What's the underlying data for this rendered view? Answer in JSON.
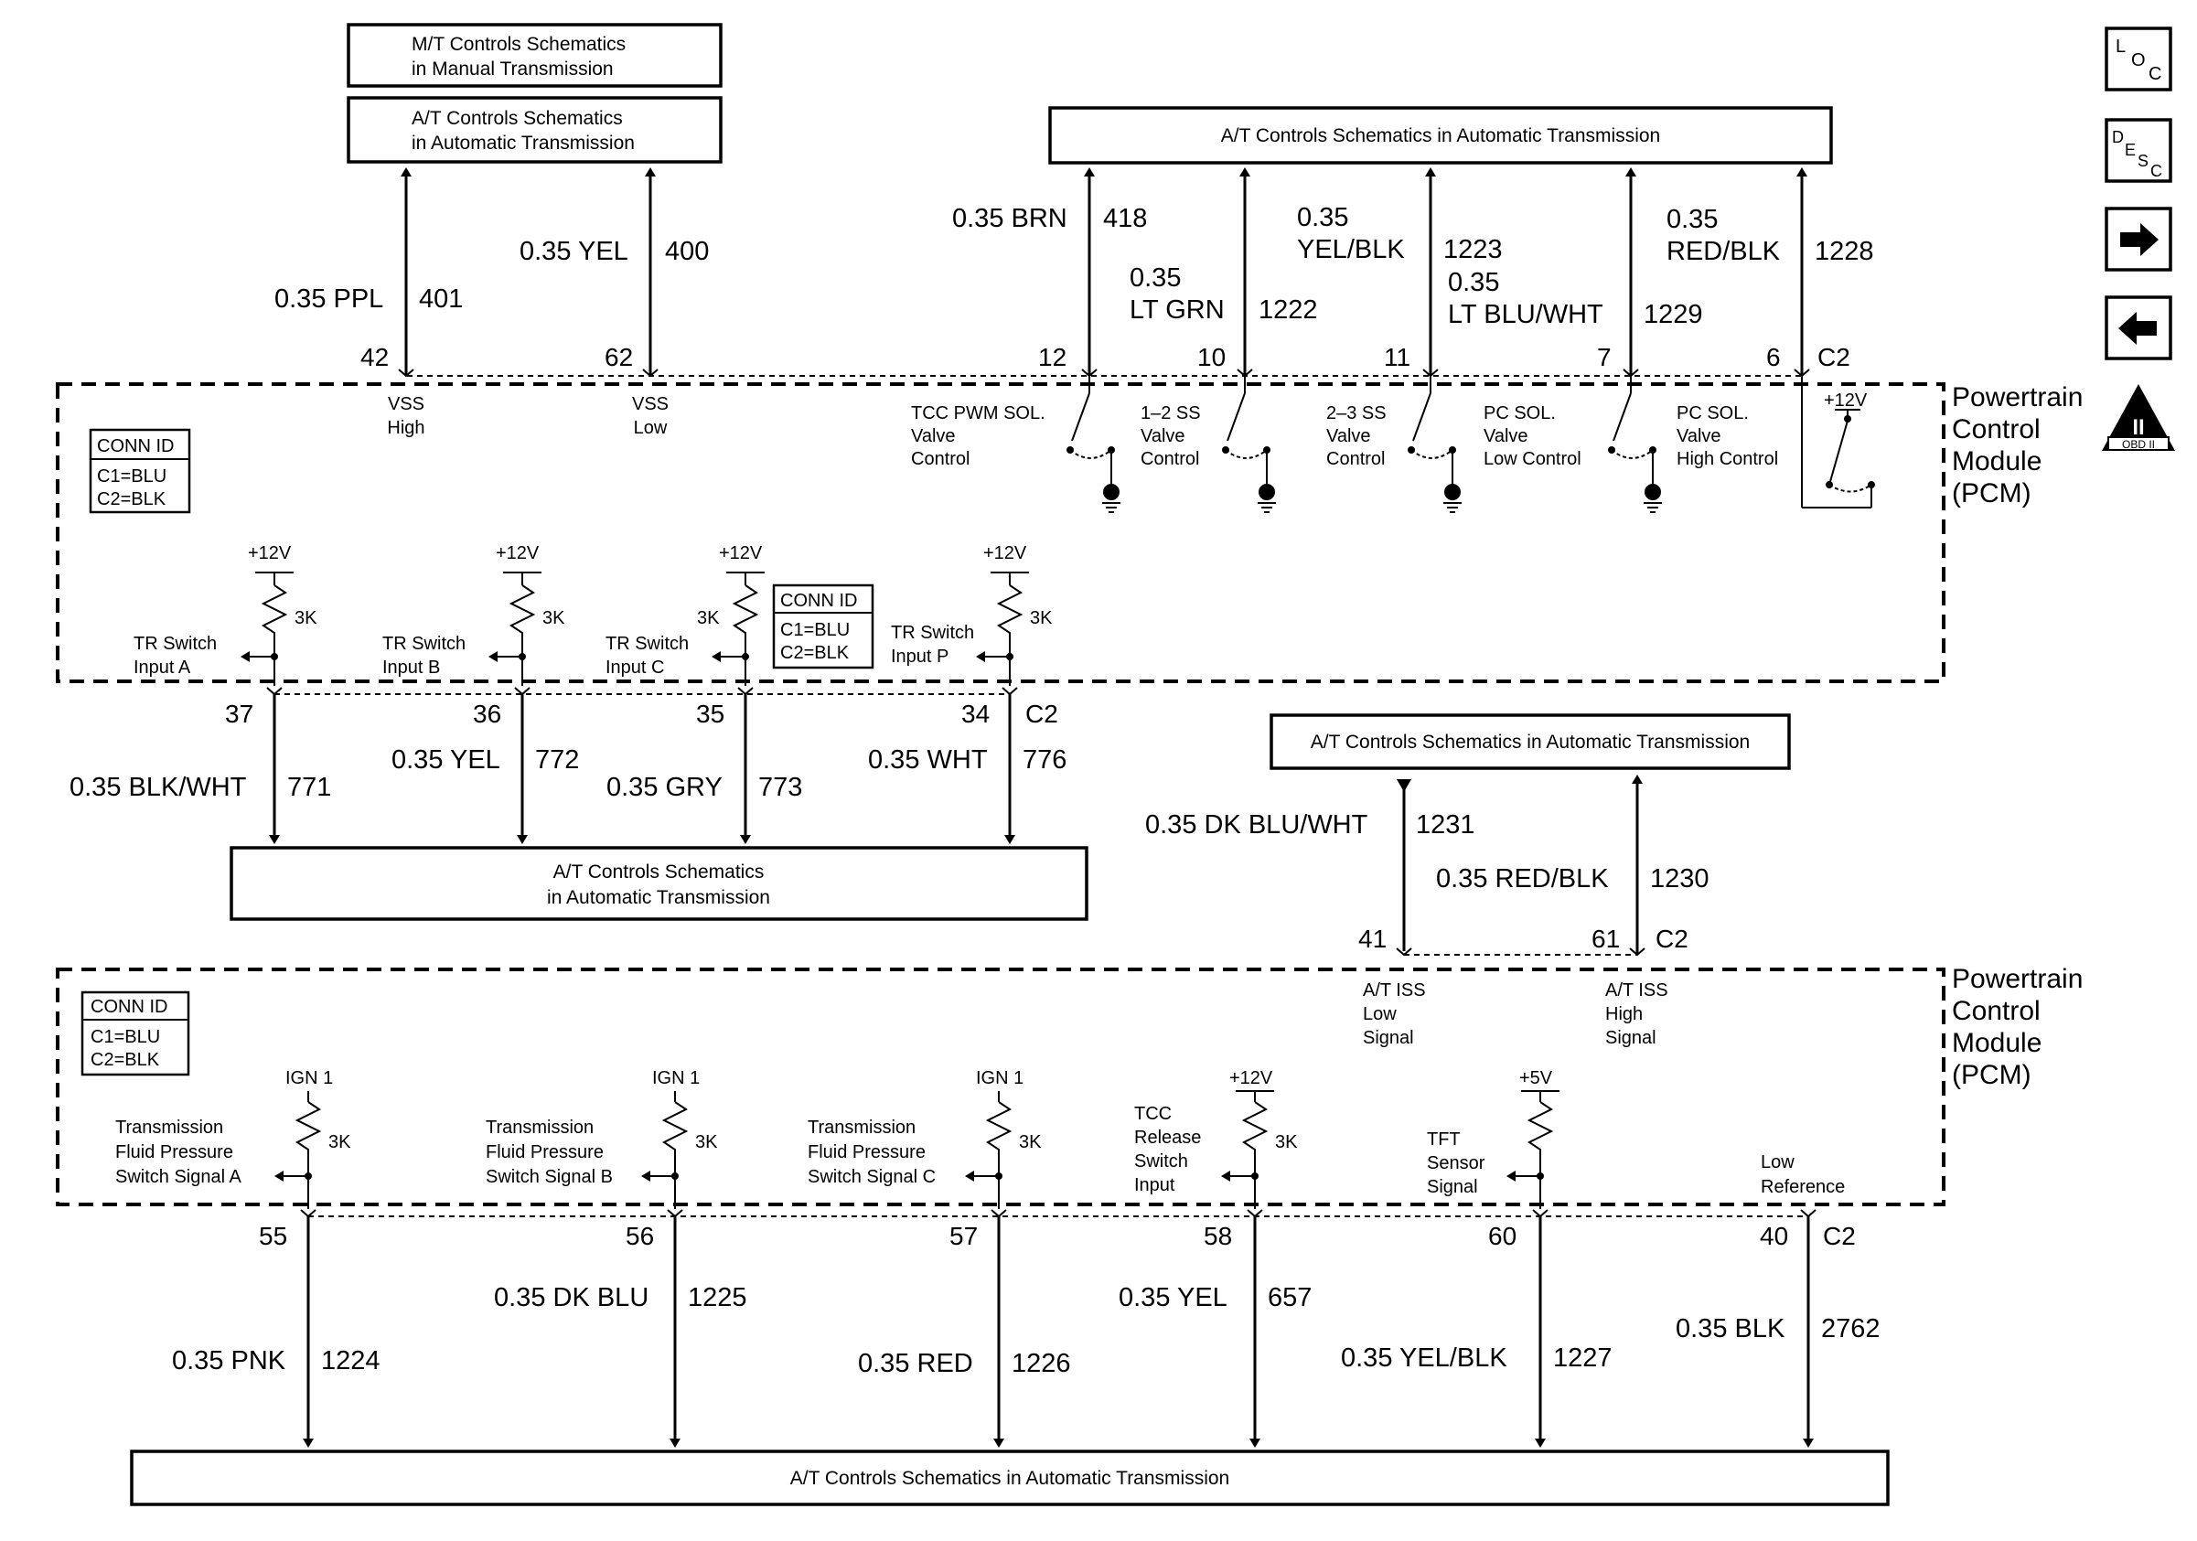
{
  "boxes": {
    "mt_top_1": "M/T Controls Schematics",
    "mt_top_2": "in Manual Transmission",
    "at_top_1": "A/T Controls Schematics",
    "at_top_2": "in Automatic Transmission",
    "at_top_right": "A/T Controls Schematics in Automatic Transmission",
    "at_mid_1": "A/T Controls Schematics",
    "at_mid_2": "in Automatic Transmission",
    "at_mid_right": "A/T Controls Schematics in Automatic Transmission",
    "at_bottom": "A/T Controls Schematics in Automatic Transmission"
  },
  "nav": {
    "loc_l": "L",
    "loc_o": "O",
    "loc_c": "C",
    "desc_d": "D",
    "desc_e": "E",
    "desc_s": "S",
    "desc_c": "C",
    "obd_numeral": "II",
    "obd_text": "OBD II"
  },
  "pcm": {
    "line1": "Powertrain",
    "line2": "Control",
    "line3": "Module",
    "line4": "(PCM)"
  },
  "conn": {
    "title": "CONN ID",
    "c1": "C1=BLU",
    "c2": "C2=BLK"
  },
  "connector": "C2",
  "top_wires": [
    {
      "pin": "42",
      "size": "0.35 PPL",
      "circuit": "401",
      "label1": "VSS",
      "label2": "High"
    },
    {
      "pin": "62",
      "size": "0.35 YEL",
      "circuit": "400",
      "label1": "VSS",
      "label2": "Low"
    },
    {
      "pin": "12",
      "size": "0.35 BRN",
      "circuit": "418",
      "label1": "TCC PWM SOL.",
      "label2": "Valve",
      "label3": "Control"
    },
    {
      "pin": "10",
      "size1": "0.35",
      "size2": "LT GRN",
      "circuit": "1222",
      "label1": "1–2 SS",
      "label2": "Valve",
      "label3": "Control"
    },
    {
      "pin": "11",
      "size1": "0.35",
      "size2": "YEL/BLK",
      "circuit": "1223",
      "label1": "2–3 SS",
      "label2": "Valve",
      "label3": "Control"
    },
    {
      "pin": "7",
      "size1": "0.35",
      "size2": "LT BLU/WHT",
      "circuit": "1229",
      "label1": "PC SOL.",
      "label2": "Valve",
      "label3": "Low Control"
    },
    {
      "pin": "6",
      "size1": "0.35",
      "size2": "RED/BLK",
      "circuit": "1228",
      "label1": "PC SOL.",
      "label2": "Valve",
      "label3": "High Control"
    }
  ],
  "supply": {
    "v12": "+12V",
    "v5": "+5V",
    "ign": "IGN 1",
    "res": "3K"
  },
  "tr_inputs": [
    {
      "pin": "37",
      "size": "0.35 BLK/WHT",
      "circuit": "771",
      "label1": "TR Switch",
      "label2": "Input A"
    },
    {
      "pin": "36",
      "size": "0.35 YEL",
      "circuit": "772",
      "label1": "TR Switch",
      "label2": "Input B"
    },
    {
      "pin": "35",
      "size": "0.35 GRY",
      "circuit": "773",
      "label1": "TR Switch",
      "label2": "Input C"
    },
    {
      "pin": "34",
      "size": "0.35 WHT",
      "circuit": "776",
      "label1": "TR Switch",
      "label2": "Input P"
    }
  ],
  "iss": [
    {
      "pin": "41",
      "size": "0.35 DK BLU/WHT",
      "circuit": "1231",
      "label1": "A/T ISS",
      "label2": "Low",
      "label3": "Signal"
    },
    {
      "pin": "61",
      "size": "0.35 RED/BLK",
      "circuit": "1230",
      "label1": "A/T ISS",
      "label2": "High",
      "label3": "Signal"
    }
  ],
  "bottom_wires": [
    {
      "pin": "55",
      "size": "0.35 PNK",
      "circuit": "1224",
      "label1": "Transmission",
      "label2": "Fluid Pressure",
      "label3": "Switch Signal A"
    },
    {
      "pin": "56",
      "size": "0.35 DK BLU",
      "circuit": "1225",
      "label1": "Transmission",
      "label2": "Fluid Pressure",
      "label3": "Switch Signal B"
    },
    {
      "pin": "57",
      "size": "0.35 RED",
      "circuit": "1226",
      "label1": "Transmission",
      "label2": "Fluid Pressure",
      "label3": "Switch Signal C"
    },
    {
      "pin": "58",
      "size": "0.35 YEL",
      "circuit": "657",
      "label1": "TCC",
      "label2": "Release",
      "label3": "Switch",
      "label4": "Input"
    },
    {
      "pin": "60",
      "size": "0.35 YEL/BLK",
      "circuit": "1227",
      "label1": "TFT",
      "label2": "Sensor",
      "label3": "Signal"
    },
    {
      "pin": "40",
      "size": "0.35 BLK",
      "circuit": "2762",
      "label1": "Low",
      "label2": "Reference"
    }
  ]
}
